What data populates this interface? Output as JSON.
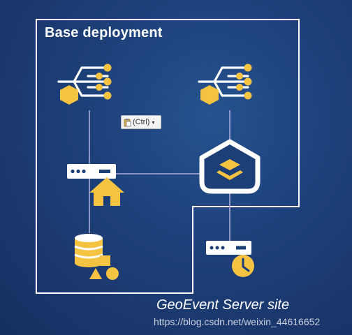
{
  "title": "Base deployment",
  "site_label": "GeoEvent Server site",
  "watermark": "https://blog.csdn.net/weixin_44616652",
  "paste_badge": {
    "label": "(Ctrl)",
    "icon": "clipboard-icon"
  },
  "icons": {
    "flow_left": "geoevent-flow-icon",
    "flow_right": "geoevent-flow-icon",
    "server_home": "server-home-icon",
    "hub": "layered-hub-icon",
    "datastore": "datastore-icon",
    "server_clock": "server-clock-icon"
  },
  "colors": {
    "background": "#1d3f78",
    "accent": "#f5c342",
    "outline": "#ffffff",
    "connector": "#a9a9d9"
  }
}
